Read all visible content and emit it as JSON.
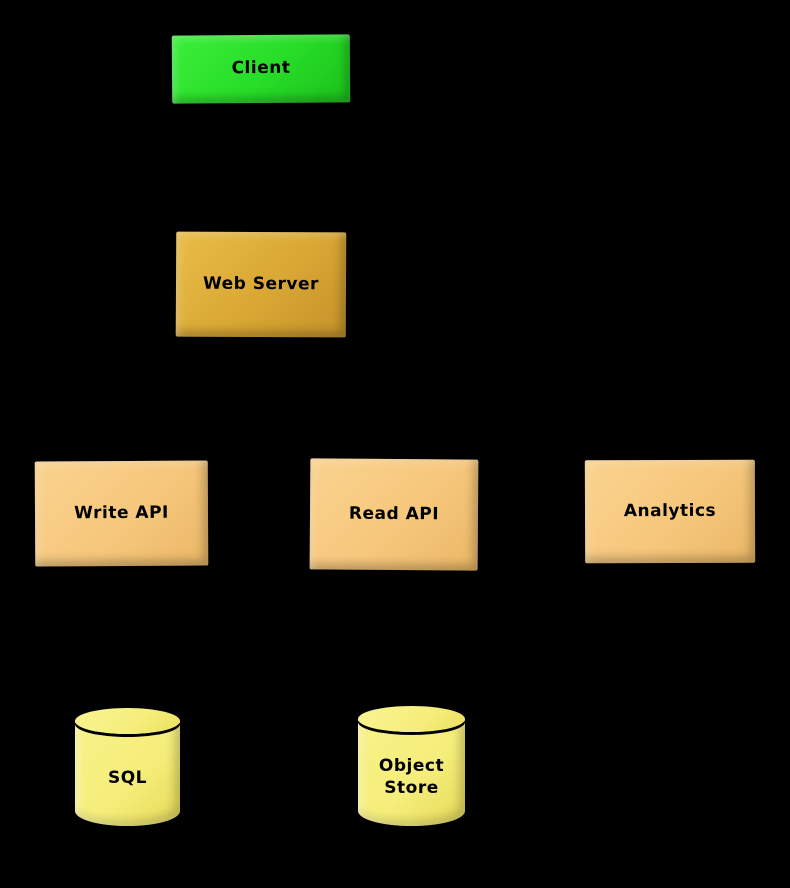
{
  "diagram": {
    "background_color": "#000000",
    "text_color": "#000000",
    "nodes": [
      {
        "id": "client",
        "label": "Client",
        "shape": "box",
        "fill": "#27dd27"
      },
      {
        "id": "web-server",
        "label": "Web Server",
        "shape": "box",
        "fill": "#d9a733"
      },
      {
        "id": "write-api",
        "label": "Write API",
        "shape": "box",
        "fill": "#f6c77c"
      },
      {
        "id": "read-api",
        "label": "Read API",
        "shape": "box",
        "fill": "#f6c77c"
      },
      {
        "id": "analytics",
        "label": "Analytics",
        "shape": "box",
        "fill": "#f6c77c"
      },
      {
        "id": "sql",
        "label": "SQL",
        "shape": "cylinder",
        "fill": "#f5ee7b"
      },
      {
        "id": "object-store",
        "label": "Object Store",
        "shape": "cylinder",
        "fill": "#f5ee7b"
      }
    ]
  }
}
